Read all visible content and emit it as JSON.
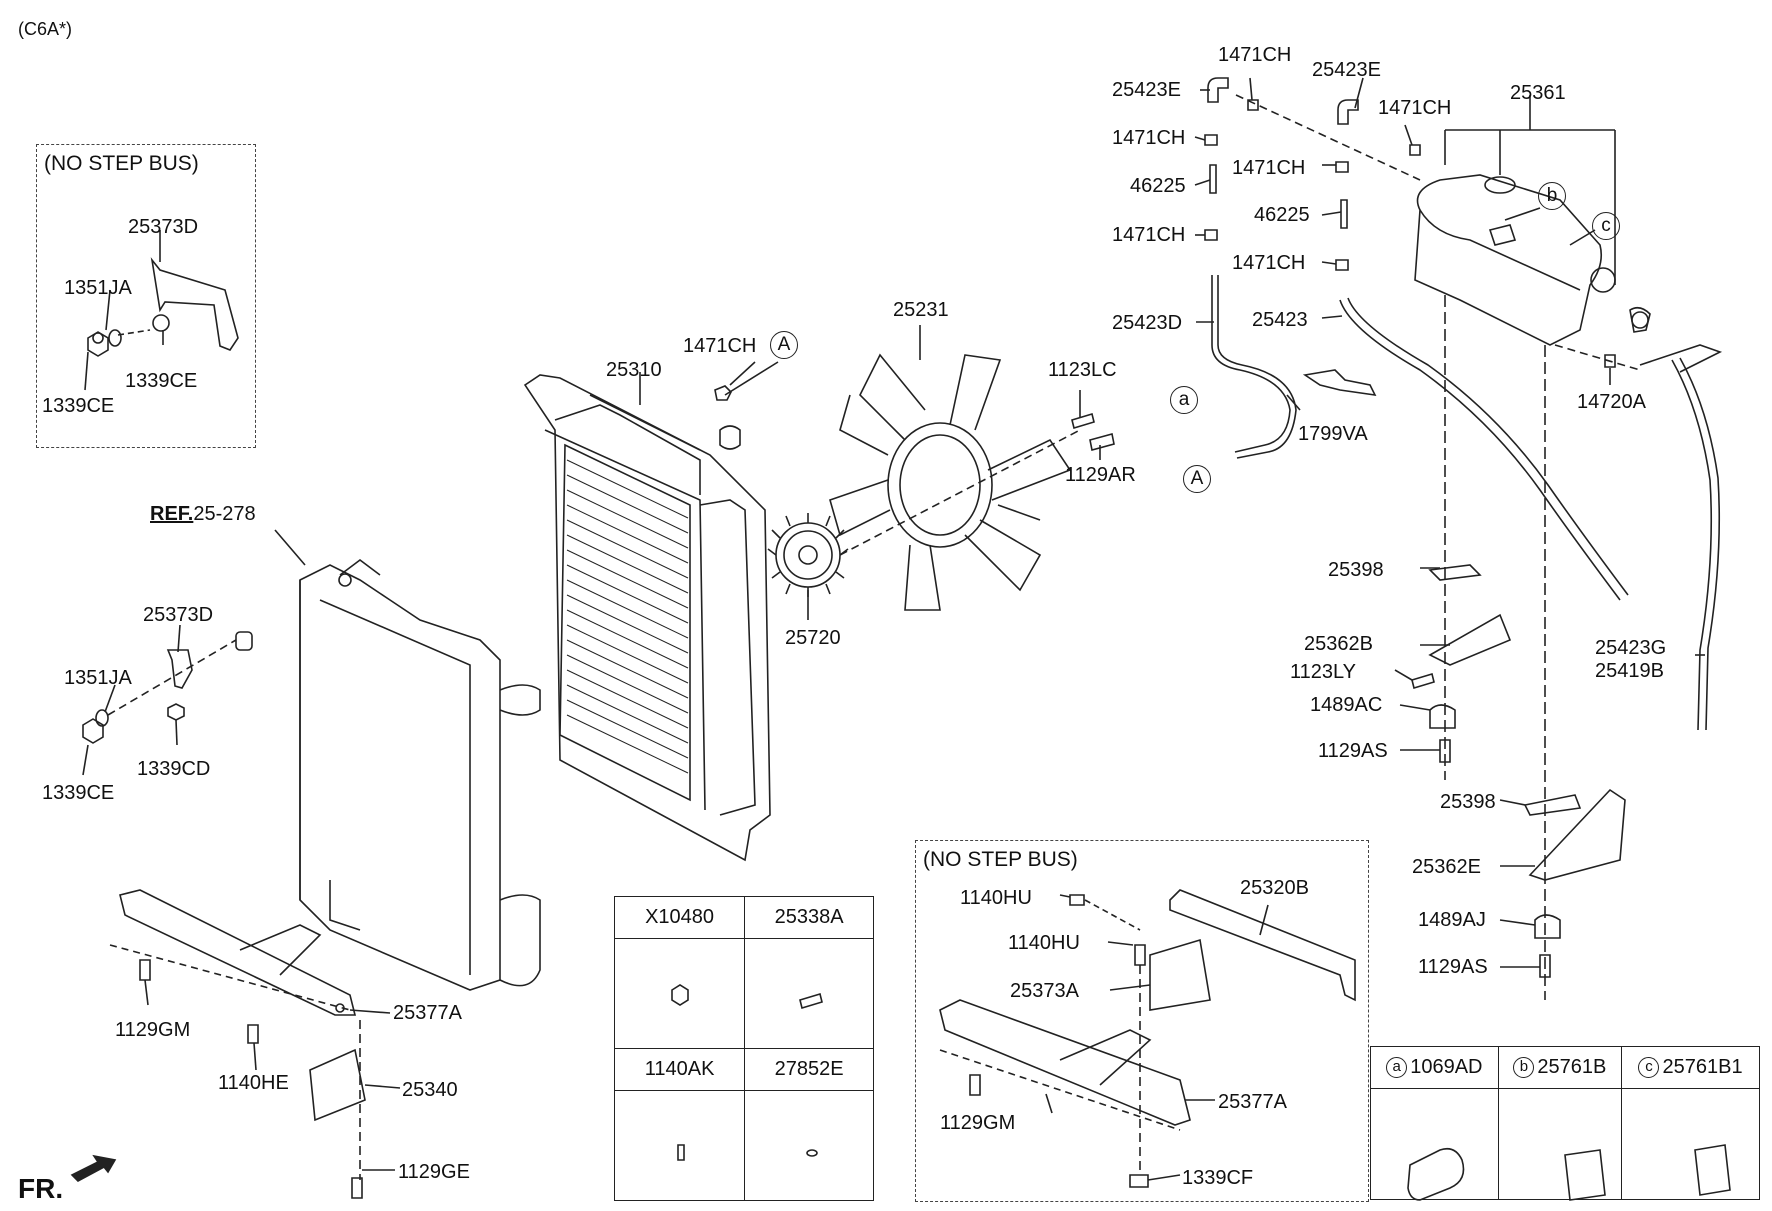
{
  "header": {
    "code": "(C6A*)"
  },
  "boxes": {
    "no_step_bus_left": {
      "title": "(NO STEP BUS)"
    },
    "no_step_bus_bottom": {
      "title": "(NO STEP BUS)"
    }
  },
  "reference": {
    "prefix": "REF.",
    "number": "25-278"
  },
  "part_labels": {
    "p25373D_a": "25373D",
    "p1351JA_a": "1351JA",
    "p1339CE_a": "1339CE",
    "p1339CE_b": "1339CE",
    "p25373D_b": "25373D",
    "p1351JA_b": "1351JA",
    "p1339CE_c": "1339CE",
    "p1339CD": "1339CD",
    "p1129GM_a": "1129GM",
    "p25377A_a": "25377A",
    "p1140HE": "1140HE",
    "p25340": "25340",
    "p1129GE": "1129GE",
    "p25310": "25310",
    "p1471CH_a": "1471CH",
    "p25231": "25231",
    "p1123LC": "1123LC",
    "p1129AR": "1129AR",
    "p25720": "25720",
    "p25423E_a": "25423E",
    "p1471CH_b": "1471CH",
    "p1471CH_c": "1471CH",
    "p46225_a": "46225",
    "p1471CH_d": "1471CH",
    "p25423D": "25423D",
    "p25423E_b": "25423E",
    "p1471CH_e": "1471CH",
    "p1471CH_f": "1471CH",
    "p46225_b": "46225",
    "p1471CH_g": "1471CH",
    "p25423": "25423",
    "p25361": "25361",
    "p14720A": "14720A",
    "p1799VA": "1799VA",
    "p25398_a": "25398",
    "p25362B": "25362B",
    "p1123LY": "1123LY",
    "p1489AC": "1489AC",
    "p1129AS_a": "1129AS",
    "p25423G": "25423G",
    "p25419B": "25419B",
    "p25398_b": "25398",
    "p25362E": "25362E",
    "p1489AJ": "1489AJ",
    "p1129AS_b": "1129AS",
    "p1140HU_a": "1140HU",
    "p1140HU_b": "1140HU",
    "p25320B": "25320B",
    "p25373A": "25373A",
    "p1129GM_b": "1129GM",
    "p25377A_b": "25377A",
    "p1339CF": "1339CF"
  },
  "circle_markers": {
    "A_top": "A",
    "A_bottom": "A",
    "a": "a",
    "b": "b",
    "c": "c"
  },
  "parts_table": {
    "cells": [
      [
        "X10480",
        "25338A"
      ],
      [
        "1140AK",
        "27852E"
      ]
    ]
  },
  "legend_table": {
    "items": [
      {
        "marker": "a",
        "part": "1069AD"
      },
      {
        "marker": "b",
        "part": "25761B"
      },
      {
        "marker": "c",
        "part": "25761B1"
      }
    ]
  },
  "orientation": {
    "label": "FR."
  }
}
